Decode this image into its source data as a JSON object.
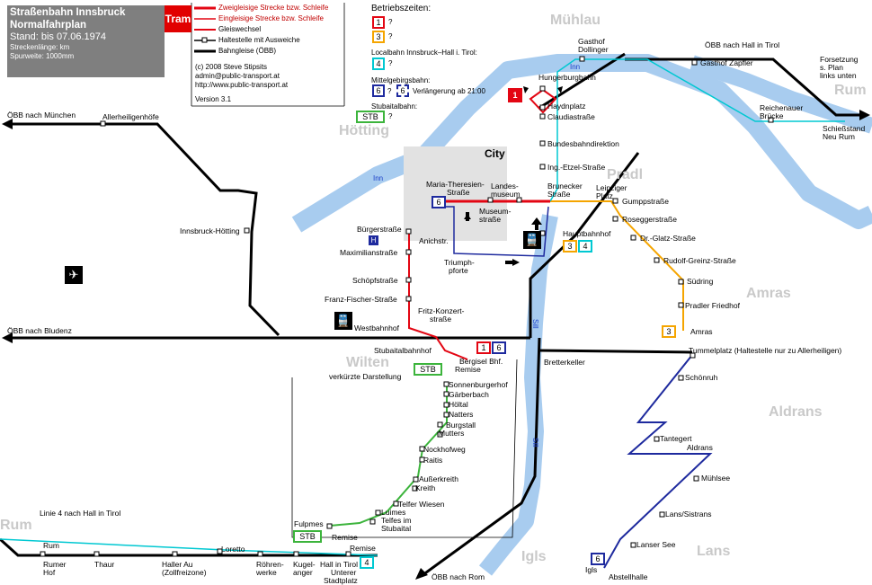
{
  "header": {
    "title": "Straßenbahn Innsbruck",
    "subtitle": "Normalfahrplan",
    "stand": "Stand: bis 07.06.1974",
    "units1": "Streckenlänge: km",
    "units2": "Spurweite: 1000mm",
    "tram_tag": "Tram"
  },
  "legend": {
    "items": [
      "Zweigleisige Strecke bzw. Schleife",
      "Eingleisige Strecke bzw. Schleife",
      "Gleiswechsel",
      "Haltestelle mit Ausweiche",
      "Bahngleise (ÖBB)"
    ],
    "copyright": "(c) 2008 Steve Stipsits",
    "email": "admin@public-transport.at",
    "url": "http://www.public-transport.at",
    "version": "Version 3.1"
  },
  "service": {
    "heading": "Betriebszeiten:",
    "entries": [
      {
        "badges": [
          "1"
        ],
        "text": "?"
      },
      {
        "badges": [
          "3"
        ],
        "text": "?"
      },
      {
        "heading": "Localbahn Innsbruck–Hall i. Tirol:",
        "badges": [
          "4"
        ],
        "text": "?"
      },
      {
        "heading": "Mittelgebirgsbahn:",
        "badges": [
          "6"
        ],
        "text": "?",
        "badge_dashed": "6",
        "extra": "Verlängerung ab 21:00"
      },
      {
        "heading": "Stubaitalbahn:",
        "badges": [
          "STB"
        ],
        "text": "?"
      }
    ]
  },
  "colors": {
    "line1": "#e30613",
    "line3": "#f5a500",
    "line4": "#00c8d2",
    "line6": "#1e2a9e",
    "stb": "#3cb43c",
    "obb": "#000000",
    "river": "#a8ccef",
    "city_block": "#e2e2e2",
    "district": "#c9c9c9"
  },
  "districts": [
    "Mühlau",
    "Hötting",
    "Pradl",
    "Amras",
    "Aldrans",
    "Wilten",
    "Igls",
    "Lans",
    "Rum",
    "Rum"
  ],
  "river_labels": [
    "Inn",
    "Inn",
    "Sill",
    "Sill"
  ],
  "city_label": "City",
  "railway": {
    "obb_muenchen": "ÖBB nach München",
    "obb_bludenz": "ÖBB nach Bludenz",
    "obb_rom": "ÖBB nach Rom",
    "obb_hall": "ÖBB nach Hall in Tirol",
    "allerheiligen": "Allerheiligenhöfe",
    "hoetting": "Innsbruck-Hötting",
    "fortsetzung": [
      "Forsetzung",
      "s. Plan",
      "links unten"
    ]
  },
  "stops": {
    "hungerburgbahn": "Hungerburgbahn",
    "haydnplatz": "Haydnplatz",
    "claudiastrasse": "Claudiastraße",
    "bundesbahndirektion": "Bundesbahndirektion",
    "etzel": "Ing.-Etzel-Straße",
    "brunecker": [
      "Brunecker",
      "Straße"
    ],
    "leipziger": [
      "Leipziger",
      "Platz"
    ],
    "gumpp": "Gumppstraße",
    "roseggerstrasse": "Roseggerstraße",
    "glatz": "Dr.-Glatz-Straße",
    "rudolf_greinz": "Rudolf-Greinz-Straße",
    "suedring": "Südring",
    "pradler_friedhof": "Pradler Friedhof",
    "amras": "Amras",
    "hauptbahnhof": "Hauptbahnhof",
    "maria_theresien": [
      "Maria-Theresien-",
      "Straße"
    ],
    "landesmuseum": [
      "Landes-",
      "museum"
    ],
    "museumstrasse": [
      "Museum-",
      "straße"
    ],
    "triumphpforte": [
      "Triumph-",
      "pforte"
    ],
    "buergerstrasse": "Bürgerstraße",
    "anichstr": "Anichstr.",
    "maximilianstrasse": "Maximilianstraße",
    "schoepfstrasse": "Schöpfstraße",
    "franz_fischer": "Franz-Fischer-Straße",
    "fritz_konzert": [
      "Fritz-Konzert-",
      "straße"
    ],
    "westbahnhof": "Westbahnhof",
    "stubaitalbahnhof": "Stubaitalbahnhof",
    "bergisel": "Bergisel Bhf.",
    "remise": "Remise",
    "bretterkeller": "Bretterkeller",
    "tummelplatz": "Tummelplatz (Haltestelle nur zu Allerheiligen)",
    "schoenruh": "Schönruh",
    "tantegert": "Tantegert",
    "aldrans": "Aldrans",
    "muehlsee": "Mühlsee",
    "lans_sistrans": "Lans/Sistrans",
    "lanser_see": "Lanser See",
    "igls": "Igls",
    "abstellhalle": "Abstellhalle",
    "verkuerzte": "verkürzte Darstellung",
    "sonnenburgerhof": "Sonnenburgerhof",
    "gaerberbach": "Gärberbach",
    "hoelltal": "Höltal",
    "natters": "Natters",
    "burgstall": "Burgstall",
    "mutters": "Mutters",
    "nockhofweg": "Nockhofweg",
    "raitis": "Raitis",
    "ausserkreith": "Außerkreith",
    "kreith": "Kreith",
    "telfer_wiesen": "Telfer Wiesen",
    "luimes": "Luimes",
    "telfes": [
      "Telfes im",
      "Stubaital"
    ],
    "fulpmes": "Fulpmes",
    "remise_fulpmes": "Remise",
    "gasthof_dollinger": [
      "Gasthof",
      "Dollinger"
    ],
    "gasthof_zapfler": "Gasthof Zapfler",
    "reichenauer": [
      "Reichenauer",
      "Brücke"
    ],
    "schiessstand": "Schießstand",
    "neu_rum": "Neu Rum",
    "linie4": "Linie 4 nach Hall in Tirol",
    "rum": "Rum",
    "rumer_hof": [
      "Rumer",
      "Hof"
    ],
    "thaur": "Thaur",
    "loretto": "Loretto",
    "haller_au": [
      "Haller Au",
      "(Zollfreizone)"
    ],
    "roehrenwerke": [
      "Röhren-",
      "werke"
    ],
    "kugelanger": [
      "Kugel-",
      "anger"
    ],
    "hall": [
      "Hall in Tirol",
      "Unterer",
      "Stadtplatz"
    ],
    "remise_hall": "Remise"
  },
  "route_badges": {
    "hungerburg": "1",
    "hbf_a": "3",
    "hbf_b": "4",
    "maria": "6",
    "stub_a": "1",
    "stub_b": "6",
    "stb_bergisel": "STB",
    "amras": "3",
    "igls": "6",
    "fulpmes": "STB",
    "hall": "4"
  },
  "icons": {
    "airport": "airport-icon",
    "train": "train-icon"
  }
}
